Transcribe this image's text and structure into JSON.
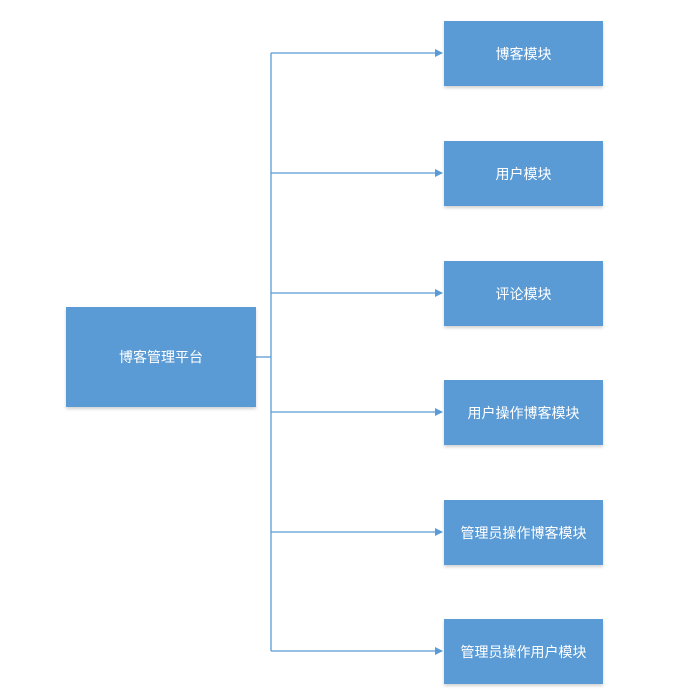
{
  "diagram": {
    "root": {
      "label": "博客管理平台"
    },
    "children": [
      {
        "label": "博客模块"
      },
      {
        "label": "用户模块"
      },
      {
        "label": "评论模块"
      },
      {
        "label": "用户操作博客模块"
      },
      {
        "label": "管理员操作博客模块"
      },
      {
        "label": "管理员操作用户模块"
      }
    ],
    "colors": {
      "node_fill": "#5b9bd5",
      "node_text": "#ffffff",
      "connector": "#5b9bd5"
    }
  }
}
